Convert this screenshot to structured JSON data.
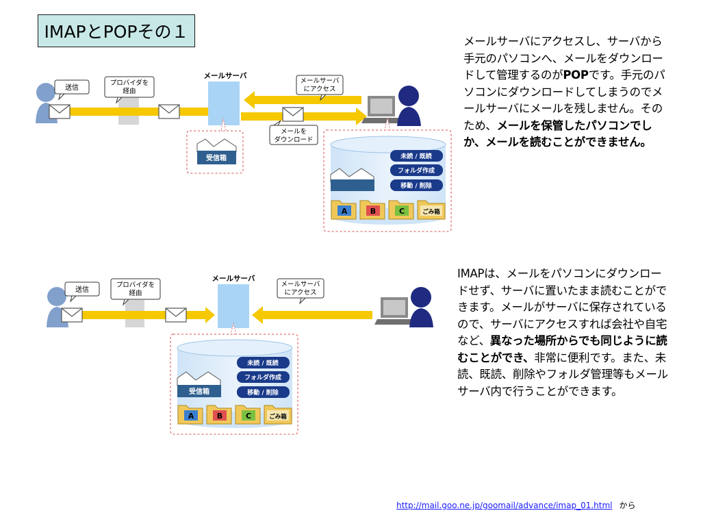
{
  "title": "IMAPとPOPその１",
  "pop_diagram": {
    "server_label": "メールサーバ",
    "send_label": "送信",
    "provider_label": [
      "プロバイダを",
      "経由"
    ],
    "access_label": [
      "メールサーバ",
      "にアクセス"
    ],
    "download_label": [
      "メールを",
      "ダウンロード"
    ],
    "inbox_label": "受信箱",
    "actions": [
      "未読 / 既読",
      "フォルダ作成",
      "移動 / 削除"
    ],
    "folders": [
      "A",
      "B",
      "C",
      "ごみ箱"
    ]
  },
  "imap_diagram": {
    "server_label": "メールサーバ",
    "send_label": "送信",
    "provider_label": [
      "プロバイダを",
      "経由"
    ],
    "access_label": [
      "メールサーバ",
      "にアクセス"
    ],
    "inbox_label": "受信箱",
    "actions": [
      "未読 / 既読",
      "フォルダ作成",
      "移動 / 削除"
    ],
    "folders": [
      "A",
      "B",
      "C",
      "ごみ箱"
    ]
  },
  "pop_text": {
    "part1": "メールサーバにアクセスし、サーバから手元のパソコンへ、メールをダウンロードして管理するのが",
    "bold1": "POP",
    "part2": "です。手元のパソコンにダウンロードしてしまうのでメールサーバにメールを残しません。そのため、",
    "bold2": "メールを保管したパソコンでしか、メールを読むことができません。"
  },
  "imap_text": {
    "part1": "IMAPは、メールをパソコンにダウンロードせず、サーバに置いたまま読むことができます。メールがサーバに保存されているので、サーバにアクセスすれば会社や自宅など、",
    "bold1": "異なった場所からでも同じように読むことができ、",
    "part2": "非常に便利です。また、未読、既読、削除やフォルダ管理等もメールサーバ内で行うことができます。"
  },
  "footer": {
    "url": "http://mail.goo.ne.jp/goomail/advance/imap_01.html",
    "suffix": "から"
  },
  "colors": {
    "title_bg": "#c8e8e8",
    "server_blue": "#aad4f5",
    "arrow_yellow": "#f5c800",
    "person_blue": "#82a0cc",
    "person_navy": "#1f2a80",
    "dashed_red": "#e07070",
    "inbox_navy": "#2f5f8f",
    "button_navy": "#1a3a8a",
    "folder_yellow": "#f0c85a"
  }
}
